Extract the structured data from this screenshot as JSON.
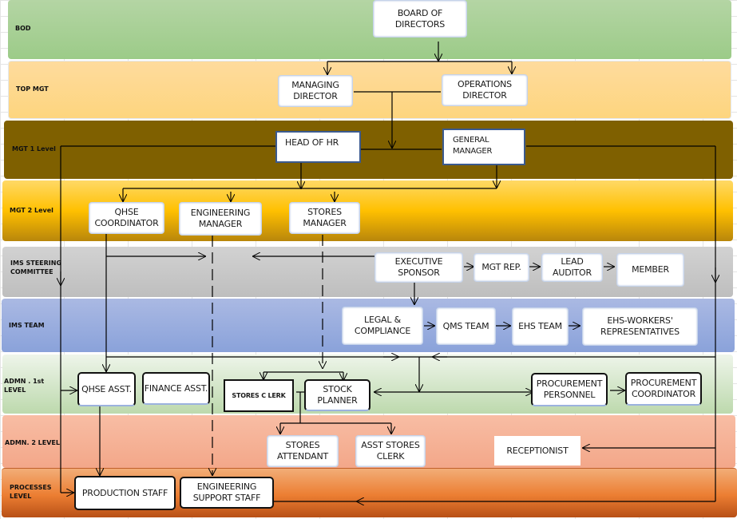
{
  "bands": {
    "bod": "BOD",
    "top_mgt": "TOP MGT",
    "mgt1": "MGT 1 Level",
    "mgt2": "MGT 2 Level",
    "ims_steering": "IMS STEERING COMMITTEE",
    "ims_team": "IMS TEAM",
    "admn1": "ADMN . 1st LEVEL",
    "admn2": "ADMN. 2 LEVEL",
    "processes": "PROCESSES LEVEL"
  },
  "nodes": {
    "board": "BOARD OF DIRECTORS",
    "managing_director": "MANAGING DIRECTOR",
    "operations_director": "OPERATIONS DIRECTOR",
    "head_hr": "HEAD OF HR",
    "general_manager": "GENERAL MANAGER",
    "qhse_coordinator": "QHSE COORDINATOR",
    "engineering_manager": "ENGINEERING MANAGER",
    "stores_manager": "STORES MANAGER",
    "executive_sponsor": "EXECUTIVE SPONSOR",
    "mgt_rep": "MGT  REP.",
    "lead_auditor": "LEAD AUDITOR",
    "member": "MEMBER",
    "legal_compliance": "LEGAL & COMPLIANCE",
    "qms_team": "QMS TEAM",
    "ehs_team": "EHS TEAM",
    "ehs_workers": "EHS-WORKERS' REPRESENTATIVES",
    "qhse_asst": "QHSE ASST.",
    "finance_asst": "FINANCE ASST.",
    "stores_clerk": "STORES C LERK",
    "stock_planner": "STOCK PLANNER",
    "procurement_personnel": "PROCUREMENT PERSONNEL",
    "procurement_coordinator": "PROCUREMENT COORDINATOR",
    "stores_attendant": "STORES ATTENDANT",
    "asst_stores_clerk": "ASST STORES CLERK",
    "receptionist": "RECEPTIONIST",
    "production_staff": "PRODUCTION STAFF",
    "engineering_support": "ENGINEERING SUPPORT STAFF"
  }
}
